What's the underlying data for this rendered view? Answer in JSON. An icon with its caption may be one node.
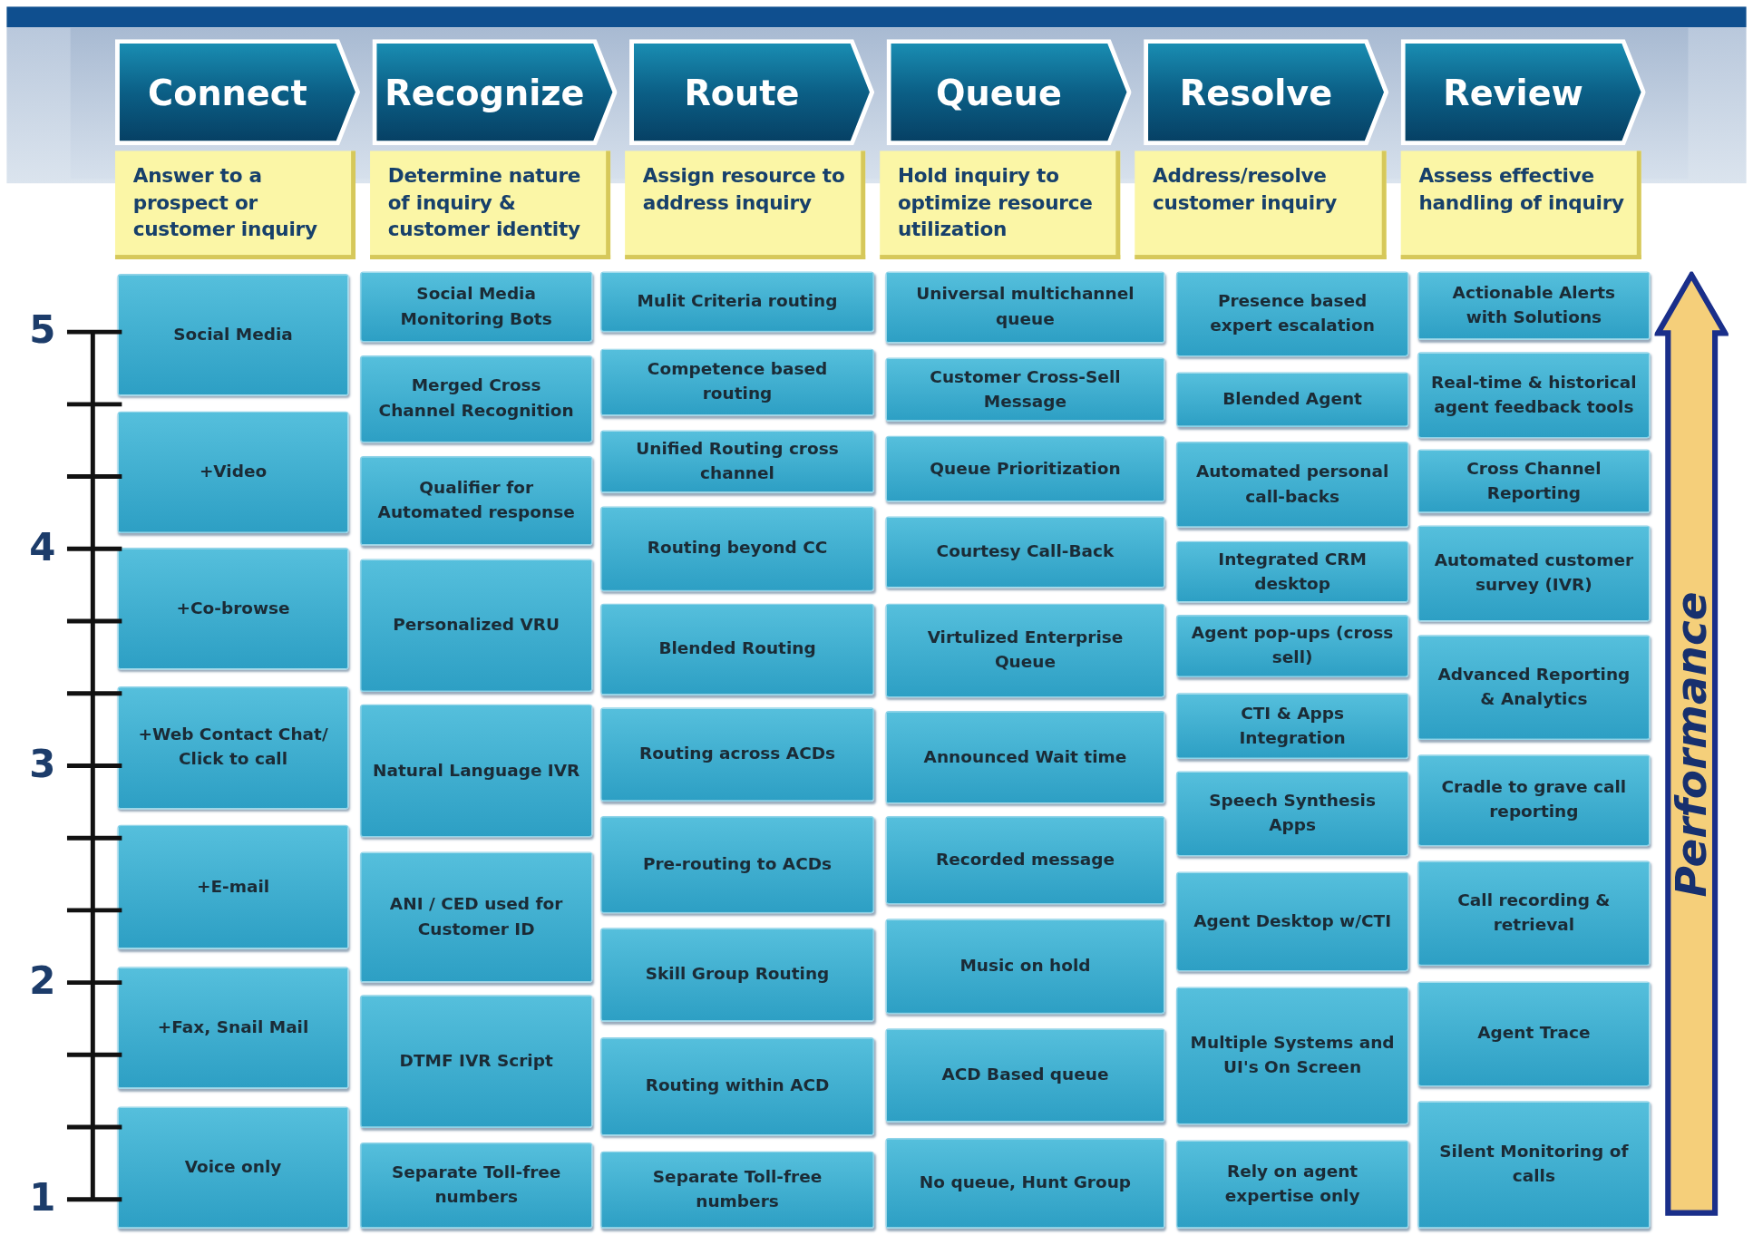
{
  "diagram": {
    "nodes": [
      {
        "text": [
          "Connect"
        ]
      },
      {
        "text": [
          "Recognize"
        ]
      },
      {
        "text": [
          "Route"
        ]
      },
      {
        "text": [
          "Queue"
        ]
      },
      {
        "text": [
          "Resolve"
        ]
      },
      {
        "text": [
          "Review"
        ]
      },
      {
        "text": [
          "Answer to a prospect or customer inquiry"
        ]
      },
      {
        "text": [
          "Determine nature of inquiry & customer identity"
        ]
      },
      {
        "text": [
          "Assign resource to address inquiry"
        ]
      },
      {
        "text": [
          "Hold inquiry to optimize resource utilization"
        ]
      },
      {
        "text": [
          "Address/resolve customer inquiry"
        ]
      },
      {
        "text": [
          "Assess effective handling of inquiry"
        ]
      },
      {
        "text": [
          "Social Media"
        ]
      },
      {
        "text": [
          "+Video"
        ]
      },
      {
        "text": [
          "+Co-browse"
        ]
      },
      {
        "text": [
          "+Web Contact Chat/ Click to call"
        ]
      },
      {
        "text": [
          "+E-mail"
        ]
      },
      {
        "text": [
          "+Fax, Snail Mail"
        ]
      },
      {
        "text": [
          "Voice only"
        ]
      },
      {
        "text": [
          "Social Media Monitoring Bots"
        ]
      },
      {
        "text": [
          "Merged Cross Channel Recognition"
        ]
      },
      {
        "text": [
          "Qualifier for Automated response"
        ]
      },
      {
        "text": [
          "Personalized VRU"
        ]
      },
      {
        "text": [
          "Natural Language IVR"
        ]
      },
      {
        "text": [
          "ANI / CED used for Customer ID"
        ]
      },
      {
        "text": [
          "DTMF IVR Script"
        ]
      },
      {
        "text": [
          "Separate Toll-free numbers"
        ]
      },
      {
        "text": [
          "Mulit Criteria routing"
        ]
      },
      {
        "text": [
          "Competence based routing"
        ]
      },
      {
        "text": [
          "Unified Routing cross channel"
        ]
      },
      {
        "text": [
          "Routing beyond CC"
        ]
      },
      {
        "text": [
          "Blended Routing"
        ]
      },
      {
        "text": [
          "Routing across ACDs"
        ]
      },
      {
        "text": [
          "Pre-routing to ACDs"
        ]
      },
      {
        "text": [
          "Skill Group Routing"
        ]
      },
      {
        "text": [
          "Routing within ACD"
        ]
      },
      {
        "text": [
          "Separate Toll-free numbers"
        ]
      },
      {
        "text": [
          "Universal multichannel queue"
        ]
      },
      {
        "text": [
          "Customer Cross-Sell Message"
        ]
      },
      {
        "text": [
          "Queue Prioritization"
        ]
      },
      {
        "text": [
          "Courtesy Call-Back"
        ]
      },
      {
        "text": [
          "Virtulized Enterprise Queue"
        ]
      },
      {
        "text": [
          "Announced Wait time"
        ]
      },
      {
        "text": [
          "Recorded message"
        ]
      },
      {
        "text": [
          "Music on hold"
        ]
      },
      {
        "text": [
          "ACD Based queue"
        ]
      },
      {
        "text": [
          "No queue, Hunt Group"
        ]
      },
      {
        "text": [
          "Presence based expert escalation"
        ]
      },
      {
        "text": [
          "Blended Agent"
        ]
      },
      {
        "text": [
          "Automated personal call-backs"
        ]
      },
      {
        "text": [
          "Integrated CRM desktop"
        ]
      },
      {
        "text": [
          "Agent pop-ups (cross sell)"
        ]
      },
      {
        "text": [
          "CTI & Apps Integration"
        ]
      },
      {
        "text": [
          "Speech Synthesis Apps"
        ]
      },
      {
        "text": [
          "Agent Desktop w/CTI"
        ]
      },
      {
        "text": [
          "Multiple Systems and UI's On Screen"
        ]
      },
      {
        "text": [
          "Rely on agent expertise only"
        ]
      },
      {
        "text": [
          "Actionable Alerts with Solutions"
        ]
      },
      {
        "text": [
          "Real-time & historical agent feedback tools"
        ]
      },
      {
        "text": [
          "Cross Channel Reporting"
        ]
      },
      {
        "text": [
          "Automated customer survey (IVR)"
        ]
      },
      {
        "text": [
          "Advanced Reporting & Analytics"
        ]
      },
      {
        "text": [
          "Cradle to grave call reporting"
        ]
      },
      {
        "text": [
          "Call recording & retrieval"
        ]
      },
      {
        "text": [
          "Agent Trace"
        ]
      },
      {
        "text": [
          "Silent Monitoring of calls"
        ]
      },
      {
        "text": [
          "Performance"
        ]
      }
    ],
    "edges": [],
    "labels": [
      "5",
      "4",
      "3",
      "2",
      "1"
    ]
  }
}
